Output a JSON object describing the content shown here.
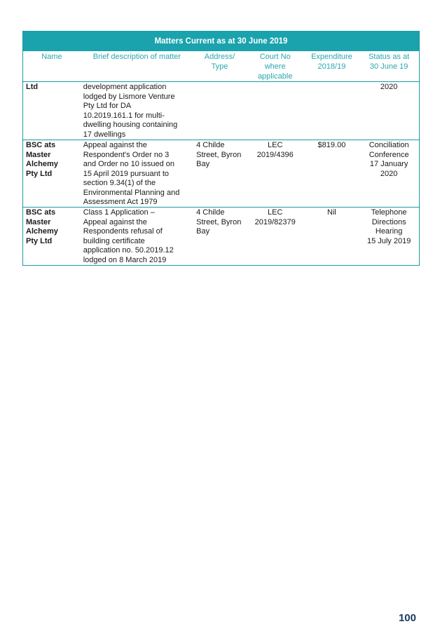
{
  "table": {
    "title": "Matters Current as at 30 June 2019",
    "headers": [
      "Name",
      "Brief description of matter",
      "Address/\nType",
      "Court No\nwhere\napplicable",
      "Expenditure\n2018/19",
      "Status as at\n30 June 19"
    ],
    "rows": [
      {
        "name": "Ltd",
        "description": "development application\nlodged by Lismore Venture\nPty Ltd for DA\n10.2019.161.1 for multi-\ndwelling housing containing\n17 dwellings",
        "address": "",
        "court_no": "",
        "expenditure": "",
        "status": "2020"
      },
      {
        "name": "BSC ats\nMaster\nAlchemy\nPty Ltd",
        "description": "Appeal against the\nRespondent's Order no 3\nand Order no 10 issued on\n15 April 2019 pursuant to\nsection 9.34(1) of the\nEnvironmental Planning and\nAssessment Act 1979",
        "address": "4 Childe\nStreet, Byron\nBay",
        "court_no": "LEC\n2019/4396",
        "expenditure": "$819.00",
        "status": "Conciliation\nConference\n17 January\n2020"
      },
      {
        "name": "BSC ats\nMaster\nAlchemy\nPty Ltd",
        "description": "Class 1 Application –\nAppeal against the\nRespondents refusal of\nbuilding certificate\napplication no. 50.2019.12\nlodged on 8 March 2019",
        "address": "4 Childe\nStreet, Byron\nBay",
        "court_no": "LEC\n2019/82379",
        "expenditure": "Nil",
        "status": "Telephone\nDirections\nHearing\n15 July 2019"
      }
    ]
  },
  "page_number": "100"
}
